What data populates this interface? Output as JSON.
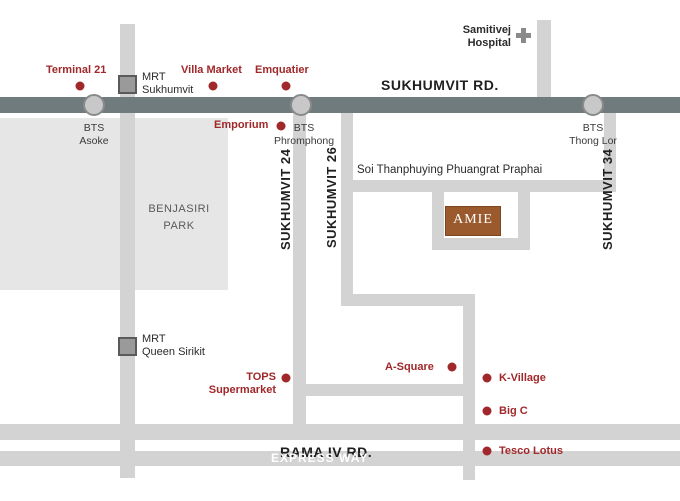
{
  "colors": {
    "road": "#d3d3d3",
    "main_road": "#6f7b7c",
    "park": "#e6e6e6",
    "place_dot": "#a0282a",
    "brand": "#9a5a2e"
  },
  "roads": {
    "sukhumvit": "SUKHUMVIT RD.",
    "rama_iv": "RAMA IV RD.",
    "expressway": "EXPRESS WAY",
    "sukhumvit_24": "SUKHUMVIT 24",
    "sukhumvit_26": "SUKHUMVIT 26",
    "sukhumvit_34": "SUKHUMVIT 34",
    "soi": "Soi Thanphuying Phuangrat Praphai"
  },
  "stations": {
    "bts_asoke": {
      "line1": "BTS",
      "line2": "Asoke"
    },
    "bts_phromphong": {
      "line1": "BTS",
      "line2": "Phromphong"
    },
    "bts_thonglor": {
      "line1": "BTS",
      "line2": "Thong Lor"
    },
    "mrt_sukhumvit": {
      "line1": "MRT",
      "line2": "Sukhumvit"
    },
    "mrt_queen": {
      "line1": "MRT",
      "line2": "Queen Sirikit"
    }
  },
  "park": {
    "line1": "BENJASIRI",
    "line2": "PARK"
  },
  "hospital": {
    "line1": "Samitivej",
    "line2": "Hospital",
    "icon": "plus-cross-icon"
  },
  "places": {
    "terminal21": "Terminal 21",
    "villa_market": "Villa Market",
    "emquatier": "Emquatier",
    "emporium": "Emporium",
    "tops_line1": "TOPS",
    "tops_line2": "Supermarket",
    "a_square": "A-Square",
    "k_village": "K-Village",
    "big_c": "Big C",
    "tesco": "Tesco Lotus"
  },
  "brand_logo": {
    "text": "AMIE"
  }
}
